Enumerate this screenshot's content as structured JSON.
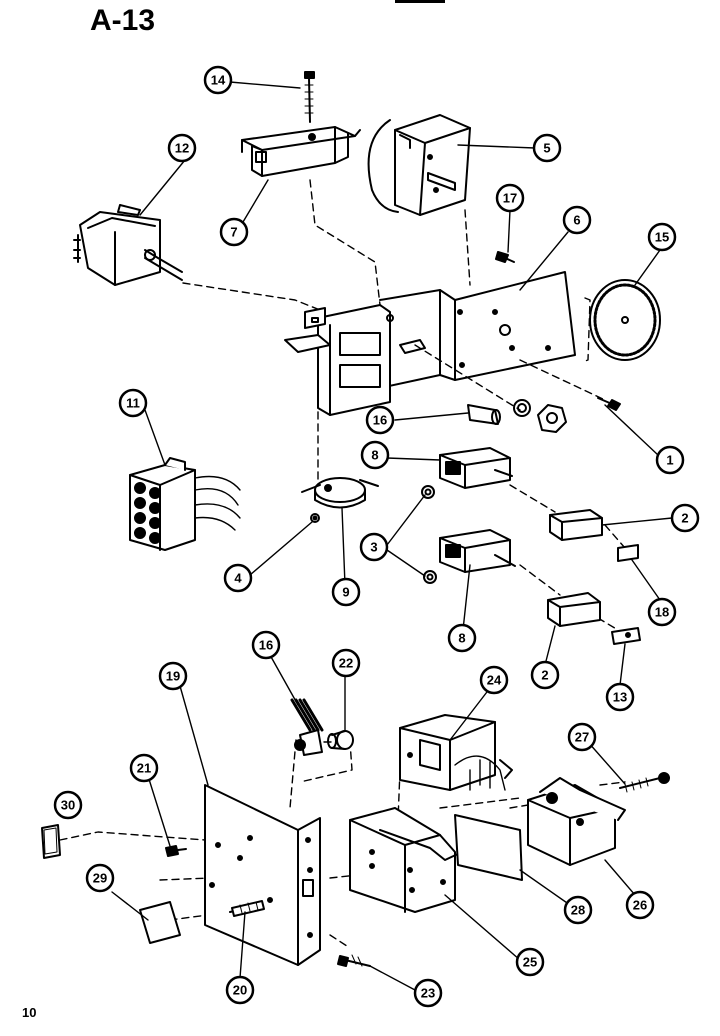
{
  "header": {
    "title": "A-13"
  },
  "footer": {
    "page_number": "10"
  },
  "callouts": [
    {
      "id": "c14a",
      "label": "14"
    },
    {
      "id": "c5",
      "label": "5"
    },
    {
      "id": "c12",
      "label": "12"
    },
    {
      "id": "c7",
      "label": "7"
    },
    {
      "id": "c17",
      "label": "17"
    },
    {
      "id": "c6",
      "label": "6"
    },
    {
      "id": "c15",
      "label": "15"
    },
    {
      "id": "c11",
      "label": "11"
    },
    {
      "id": "c16a",
      "label": "16"
    },
    {
      "id": "c1",
      "label": "1"
    },
    {
      "id": "c8a",
      "label": "8"
    },
    {
      "id": "c2a",
      "label": "2"
    },
    {
      "id": "c3",
      "label": "3"
    },
    {
      "id": "c4",
      "label": "4"
    },
    {
      "id": "c9",
      "label": "9"
    },
    {
      "id": "c18",
      "label": "18"
    },
    {
      "id": "c8b",
      "label": "8"
    },
    {
      "id": "c2b",
      "label": "2"
    },
    {
      "id": "c13",
      "label": "13"
    },
    {
      "id": "c16b",
      "label": "16"
    },
    {
      "id": "c19",
      "label": "19"
    },
    {
      "id": "c22",
      "label": "22"
    },
    {
      "id": "c24",
      "label": "24"
    },
    {
      "id": "c27",
      "label": "27"
    },
    {
      "id": "c21",
      "label": "21"
    },
    {
      "id": "c30",
      "label": "30"
    },
    {
      "id": "c29",
      "label": "29"
    },
    {
      "id": "c28",
      "label": "28"
    },
    {
      "id": "c26",
      "label": "26"
    },
    {
      "id": "c20",
      "label": "20"
    },
    {
      "id": "c25",
      "label": "25"
    },
    {
      "id": "c23",
      "label": "23"
    }
  ]
}
